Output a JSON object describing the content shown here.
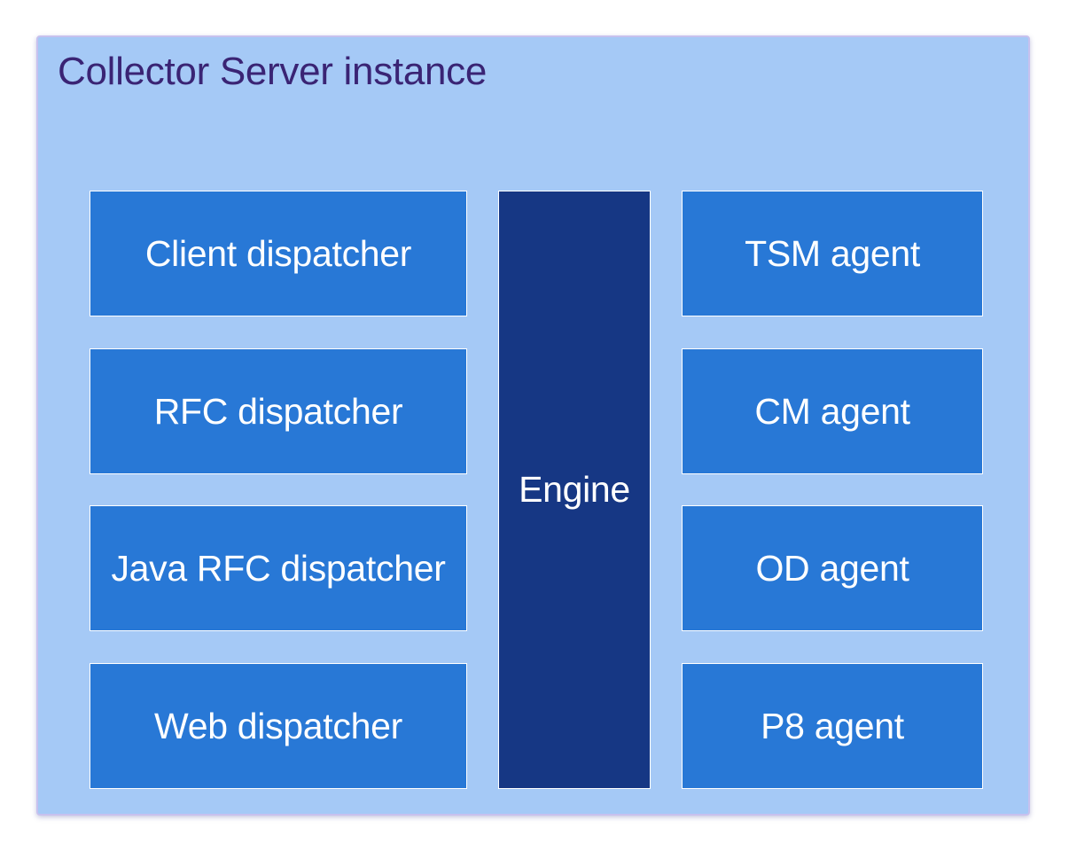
{
  "container": {
    "title": "Collector Server instance"
  },
  "dispatchers": [
    {
      "label": "Client dispatcher"
    },
    {
      "label": "RFC dispatcher"
    },
    {
      "label": "Java RFC dispatcher"
    },
    {
      "label": "Web dispatcher"
    }
  ],
  "engine": {
    "label": "Engine"
  },
  "agents": [
    {
      "label": "TSM agent"
    },
    {
      "label": "CM agent"
    },
    {
      "label": "OD agent"
    },
    {
      "label": "P8 agent"
    }
  ],
  "colors": {
    "container_fill": "#a5c9f6",
    "container_title": "#3a2474",
    "component_fill": "#2878d6",
    "engine_fill": "#163784",
    "component_text": "#ffffff"
  }
}
